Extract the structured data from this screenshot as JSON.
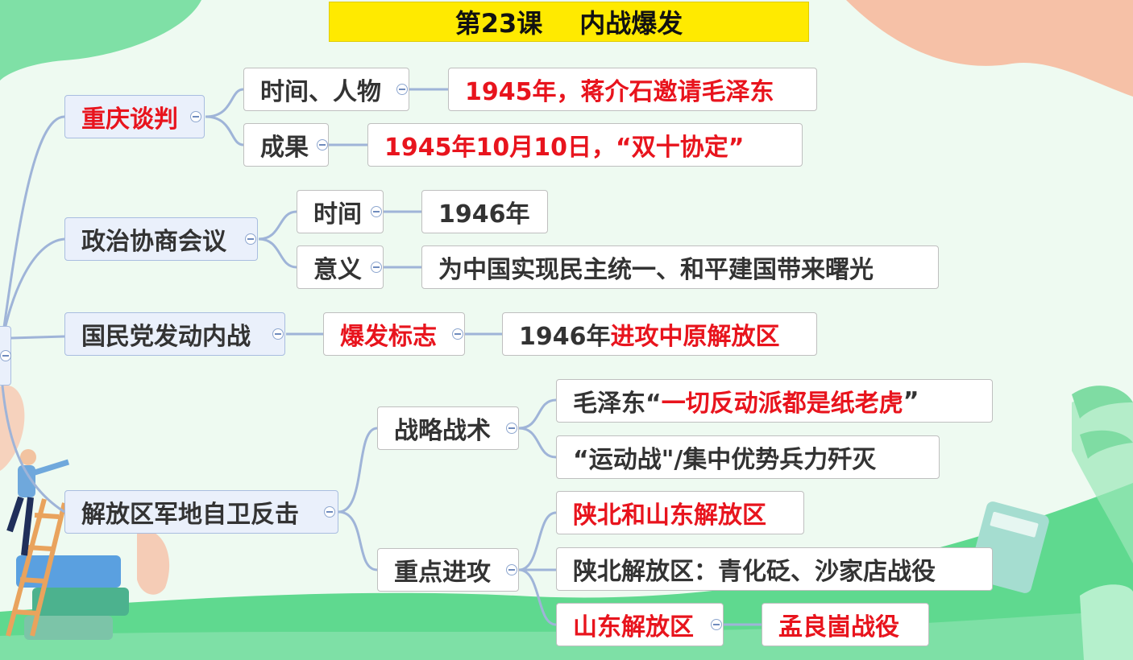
{
  "title": {
    "lesson": "第23课",
    "topic": "内战爆发"
  },
  "branches": [
    {
      "label": "重庆谈判",
      "children": [
        {
          "label": "时间、人物",
          "detail": "1945年，蒋介石邀请毛泽东"
        },
        {
          "label": "成果",
          "detail": "1945年10月10日，“双十协定”"
        }
      ]
    },
    {
      "label": "政治协商会议",
      "children": [
        {
          "label": "时间",
          "detail": "1946年"
        },
        {
          "label": "意义",
          "detail": "为中国实现民主统一、和平建国带来曙光"
        }
      ]
    },
    {
      "label": "国民党发动内战",
      "children": [
        {
          "label": "爆发标志",
          "detail_prefix": "1946年",
          "detail_highlight": "进攻中原解放区"
        }
      ]
    },
    {
      "label": "解放区军地自卫反击",
      "children": [
        {
          "label": "战略战术",
          "items": [
            {
              "prefix": "毛泽东“",
              "highlight": "一切反动派都是纸老虎",
              "suffix": "”"
            },
            {
              "text": "“运动战\"/集中优势兵力歼灭"
            }
          ]
        },
        {
          "label": "重点进攻",
          "items": [
            {
              "text": "陕北和山东解放区"
            },
            {
              "text": "陕北解放区：青化砭、沙家店战役"
            },
            {
              "text": "山东解放区",
              "detail": "孟良崮战役"
            }
          ]
        }
      ]
    }
  ],
  "colors": {
    "highlight": "#e8141d",
    "connector": "#9fb4d8",
    "title_bg": "#ffea00",
    "background": "#eefaf1"
  }
}
